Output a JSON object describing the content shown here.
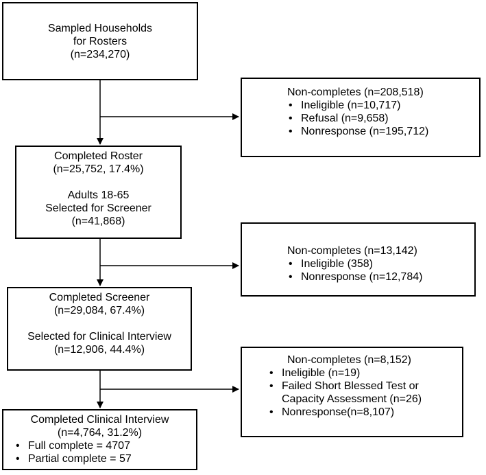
{
  "households": {
    "lines": [
      "Sampled Households",
      "for Rosters",
      "(n=234,270)"
    ]
  },
  "roster": {
    "lines_a": [
      "Completed Roster",
      "(n=25,752, 17.4%)"
    ],
    "lines_b": [
      "Adults 18-65",
      "Selected for Screener",
      "(n=41,868)"
    ]
  },
  "screener": {
    "lines_a": [
      "Completed Screener",
      "(n=29,084, 67.4%)"
    ],
    "lines_b": [
      "Selected for Clinical Interview",
      "(n=12,906, 44.4%)"
    ]
  },
  "clinical": {
    "lines": [
      "Completed Clinical Interview",
      "(n=4,764, 31.2%)"
    ],
    "bullets": [
      "Full complete = 4707",
      "Partial complete = 57"
    ]
  },
  "noncomplete_1": {
    "title": "Non-completes (n=208,518)",
    "bullets": [
      "Ineligible (n=10,717)",
      "Refusal (n=9,658)",
      "Nonresponse (n=195,712)"
    ]
  },
  "noncomplete_2": {
    "title": "Non-completes (n=13,142)",
    "bullets": [
      "Ineligible (358)",
      "Nonresponse (n=12,784)"
    ]
  },
  "noncomplete_3": {
    "title": "Non-completes (n=8,152)",
    "bullets": [
      "Ineligible (n=19)",
      "Failed Short Blessed Test or",
      "Capacity Assessment (n=26)",
      "Nonresponse(n=8,107)"
    ]
  }
}
